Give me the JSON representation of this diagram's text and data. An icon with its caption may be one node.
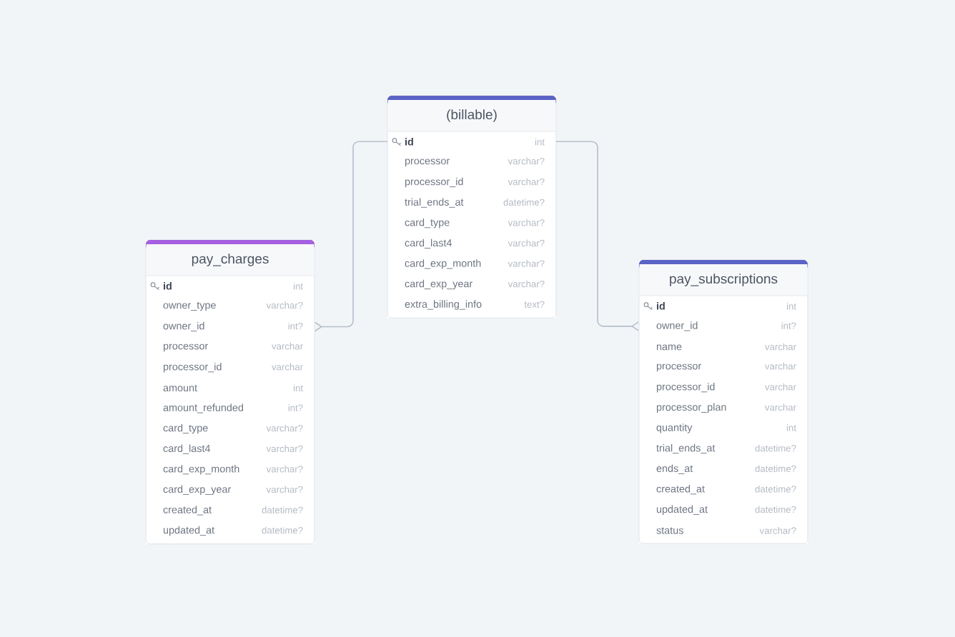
{
  "diagram": {
    "nodes": [
      {
        "text": [
          "(billable)"
        ]
      },
      {
        "text": [
          "id",
          "int"
        ],
        "in": 0
      },
      {
        "text": [
          "processor",
          "varchar?"
        ],
        "in": 0
      },
      {
        "text": [
          "processor_id",
          "varchar?"
        ],
        "in": 0
      },
      {
        "text": [
          "trial_ends_at",
          "datetime?"
        ],
        "in": 0
      },
      {
        "text": [
          "card_type",
          "varchar?"
        ],
        "in": 0
      },
      {
        "text": [
          "card_last4",
          "varchar?"
        ],
        "in": 0
      },
      {
        "text": [
          "card_exp_month",
          "varchar?"
        ],
        "in": 0
      },
      {
        "text": [
          "card_exp_year",
          "varchar?"
        ],
        "in": 0
      },
      {
        "text": [
          "extra_billing_info",
          "text?"
        ],
        "in": 0
      },
      {
        "text": [
          "pay_charges"
        ]
      },
      {
        "text": [
          "id",
          "int"
        ],
        "in": 10
      },
      {
        "text": [
          "owner_type",
          "varchar?"
        ],
        "in": 10
      },
      {
        "text": [
          "owner_id",
          "int?"
        ],
        "in": 10
      },
      {
        "text": [
          "processor",
          "varchar"
        ],
        "in": 10
      },
      {
        "text": [
          "processor_id",
          "varchar"
        ],
        "in": 10
      },
      {
        "text": [
          "amount",
          "int"
        ],
        "in": 10
      },
      {
        "text": [
          "amount_refunded",
          "int?"
        ],
        "in": 10
      },
      {
        "text": [
          "card_type",
          "varchar?"
        ],
        "in": 10
      },
      {
        "text": [
          "card_last4",
          "varchar?"
        ],
        "in": 10
      },
      {
        "text": [
          "card_exp_month",
          "varchar?"
        ],
        "in": 10
      },
      {
        "text": [
          "card_exp_year",
          "varchar?"
        ],
        "in": 10
      },
      {
        "text": [
          "created_at",
          "datetime?"
        ],
        "in": 10
      },
      {
        "text": [
          "updated_at",
          "datetime?"
        ],
        "in": 10
      },
      {
        "text": [
          "pay_subscriptions"
        ]
      },
      {
        "text": [
          "id",
          "int"
        ],
        "in": 24
      },
      {
        "text": [
          "owner_id",
          "int?"
        ],
        "in": 24
      },
      {
        "text": [
          "name",
          "varchar"
        ],
        "in": 24
      },
      {
        "text": [
          "processor",
          "varchar"
        ],
        "in": 24
      },
      {
        "text": [
          "processor_id",
          "varchar"
        ],
        "in": 24
      },
      {
        "text": [
          "processor_plan",
          "varchar"
        ],
        "in": 24
      },
      {
        "text": [
          "quantity",
          "int"
        ],
        "in": 24
      },
      {
        "text": [
          "trial_ends_at",
          "datetime?"
        ],
        "in": 24
      },
      {
        "text": [
          "ends_at",
          "datetime?"
        ],
        "in": 24
      },
      {
        "text": [
          "created_at",
          "datetime?"
        ],
        "in": 24
      },
      {
        "text": [
          "updated_at",
          "datetime?"
        ],
        "in": 24
      },
      {
        "text": [
          "status",
          "varchar?"
        ],
        "in": 24
      }
    ],
    "edges": [
      {
        "from": 1,
        "to": 13,
        "arrow": "other"
      },
      {
        "from": 1,
        "to": 26,
        "arrow": "other"
      }
    ]
  }
}
